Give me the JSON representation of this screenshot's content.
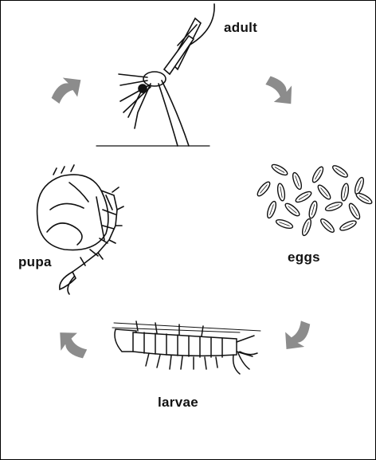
{
  "stages": {
    "adult": "adult",
    "eggs": "eggs",
    "larvae": "larvae",
    "pupa": "pupa"
  },
  "colors": {
    "arrow": "#8c8c8c",
    "ink": "#111111",
    "frame": "#000000",
    "background": "#ffffff"
  },
  "icons": {
    "adult": "mosquito-icon",
    "eggs": "eggs-icon",
    "larvae": "larva-icon",
    "pupa": "pupa-icon",
    "arrow": "cycle-arrow-icon"
  }
}
